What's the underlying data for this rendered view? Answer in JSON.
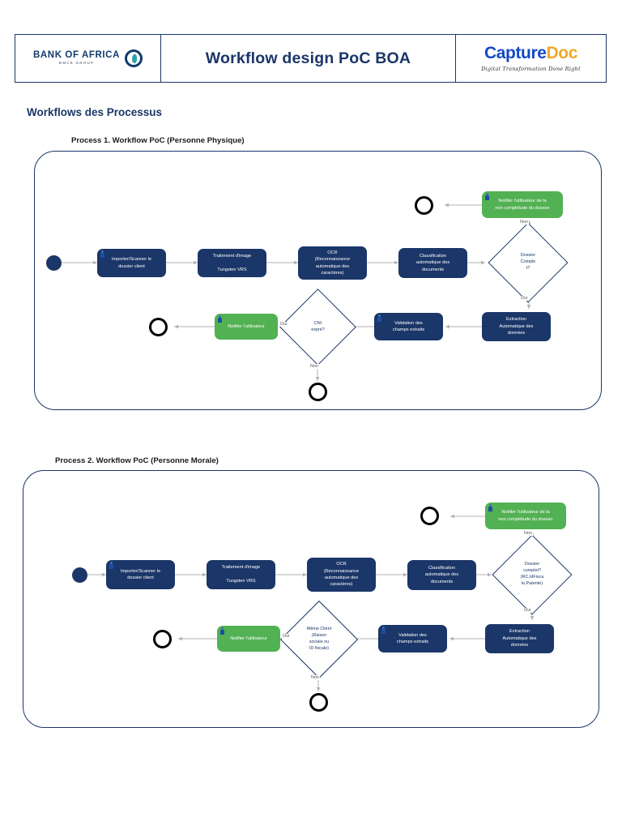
{
  "header": {
    "bank_logo": {
      "name": "BANK OF AFRICA",
      "subtitle": "BMCE GROUP",
      "icon": "africa-globe-icon"
    },
    "title": "Workflow design PoC BOA",
    "brand": {
      "part1": "Capture",
      "part2": "Doc",
      "tagline": "Digital Transformation Done Right"
    }
  },
  "section": {
    "title": "Workflows des Processus"
  },
  "processes": [
    {
      "label": "Process 1. Workflow PoC (Personne Physique)",
      "nodes": {
        "start": "start-event",
        "import": "Importer/Scanner le\ndossier client",
        "image": "Traitement d'image\n\nTungsten VRS",
        "ocr": "OCR\n(Reconnaissance\nautomatique des\ncaractères)",
        "classification": "Classification\nautomatique des\ndocuments",
        "decision1": "Dossier\nComple\nt?",
        "notify_incomplete": "Notifier l'utilisateur de la\nnon complétude du dossier",
        "extraction": "Extraction\nAutomatique des\ndonnées",
        "validation": "Validation des\nchamps extraits",
        "decision2": "CNI\nexpré?",
        "notify_user": "Notifier l'utilisateur",
        "end1": "end-event",
        "end2": "end-event",
        "end3": "end-event"
      },
      "edges": {
        "non1": "Non",
        "oui1": "Oui",
        "oui2": "Oui",
        "non2": "Non"
      }
    },
    {
      "label": "Process 2. Workflow PoC (Personne Morale)",
      "nodes": {
        "start": "start-event",
        "import": "Importer/Scanner le\ndossier client",
        "image": "Traitement d'image\n\nTungsten VRS",
        "ocr": "OCR\n(Reconnaissance\nautomatique des\ncaractères)",
        "classification": "Classification\nautomatique des\ndocuments",
        "decision1": "Dossier\ncomplet?\n(RC,IdFisca\nle,Patente)",
        "notify_incomplete": "Notifier l'utilisateur de la\nnon complétude du dossier",
        "extraction": "Extraction\nAutomatique des\ndonnées",
        "validation": "Validation des\nchamps extraits",
        "decision2": "Même Client\n(Raison\nsociale ou\nID fiscale)",
        "notify_user": "Notifier l'utilisateur",
        "end1": "end-event",
        "end2": "end-event",
        "end3": "end-event"
      },
      "edges": {
        "non1": "Non",
        "oui1": "Oui",
        "oui2": "Oui",
        "non2": "Non"
      }
    }
  ],
  "colors": {
    "navy": "#1b3668",
    "green": "#52b153",
    "brand_blue": "#1549c4",
    "brand_orange": "#f0a828",
    "edge": "#b3b3b3"
  }
}
